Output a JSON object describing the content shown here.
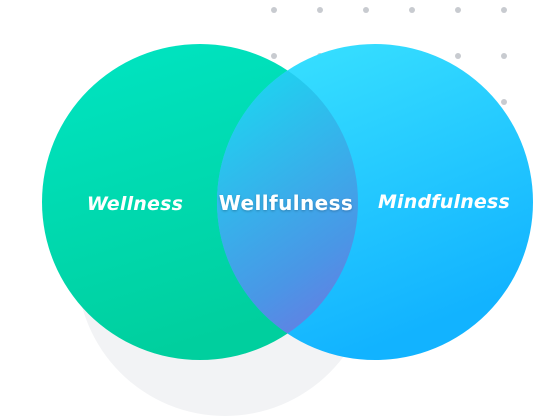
{
  "diagram": {
    "type": "venn",
    "left_label": "Wellness",
    "right_label": "Mindfulness",
    "overlap_label": "Wellfulness"
  },
  "colors": {
    "left_circle_top": "#00e5c3",
    "left_circle_bottom": "#00cf9e",
    "right_circle_top": "#3be4ff",
    "right_circle_bottom": "#12b3ff",
    "overlap_top": "#1fd2f0",
    "overlap_bottom": "#8a5cdf",
    "shadow_circle": "#f2f3f5",
    "dots": "#c8cbd0",
    "label_text": "#ffffff"
  }
}
